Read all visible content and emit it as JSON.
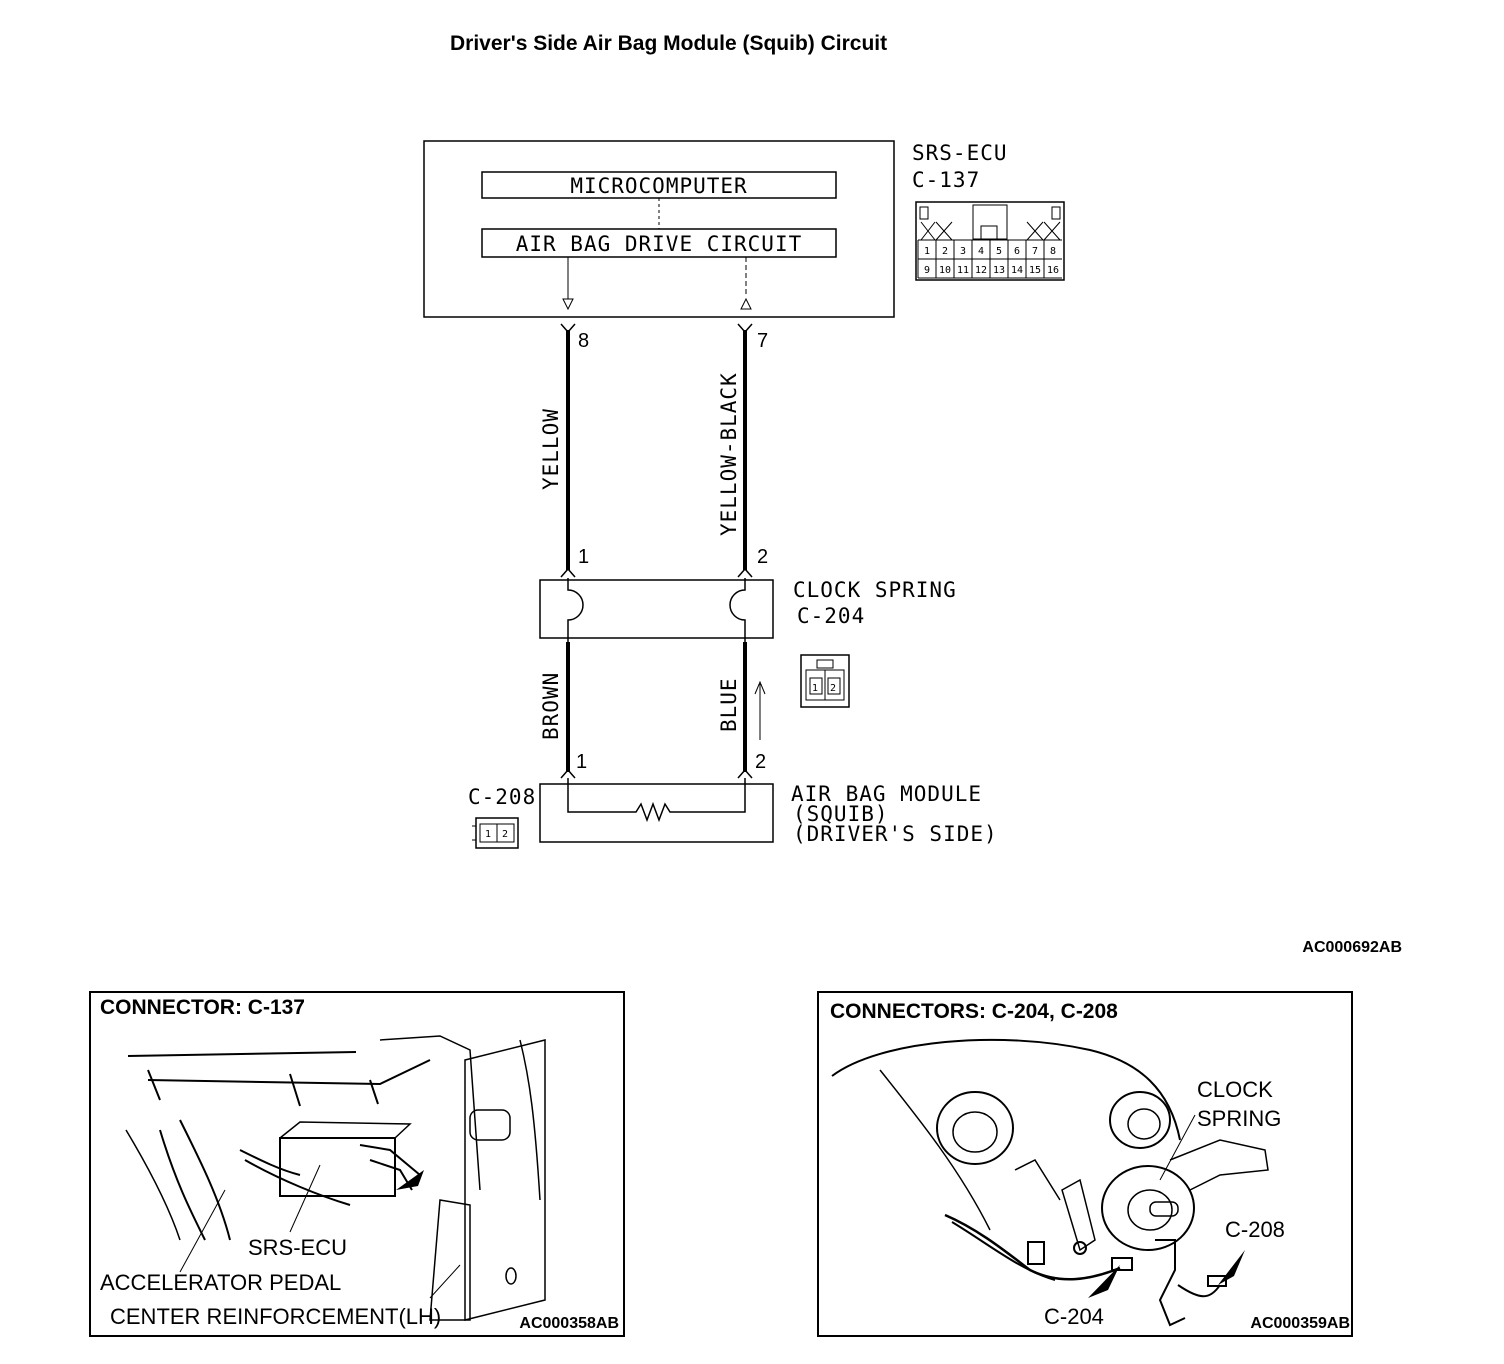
{
  "title": "Driver's Side Air Bag Module (Squib) Circuit",
  "srs_ecu": {
    "label": "SRS-ECU",
    "connector": "C-137",
    "microcomputer": "MICROCOMPUTER",
    "drive_circuit": "AIR BAG DRIVE CIRCUIT",
    "connector_pins_top": [
      "1",
      "2",
      "3",
      "4",
      "5",
      "6",
      "7",
      "8"
    ],
    "connector_pins_bottom": [
      "9",
      "10",
      "11",
      "12",
      "13",
      "14",
      "15",
      "16"
    ]
  },
  "wires": {
    "left_upper": {
      "color": "YELLOW",
      "pin_top": "8",
      "pin_bottom": "1"
    },
    "right_upper": {
      "color": "YELLOW-BLACK",
      "pin_top": "7",
      "pin_bottom": "2"
    },
    "left_lower": {
      "color": "BROWN",
      "pin_bottom": "1"
    },
    "right_lower": {
      "color": "BLUE",
      "pin_bottom": "2"
    }
  },
  "clock_spring": {
    "label": "CLOCK SPRING",
    "connector": "C-204",
    "pins": [
      "1",
      "2"
    ]
  },
  "air_bag_module": {
    "line1": "AIR BAG MODULE",
    "line2": "(SQUIB)",
    "line3": "(DRIVER'S SIDE)",
    "connector": "C-208",
    "pins": [
      "1",
      "2"
    ]
  },
  "diagram_code": "AC000692AB",
  "panel_left": {
    "title": "CONNECTOR: C-137",
    "labels": {
      "srs_ecu": "SRS-ECU",
      "accelerator": "ACCELERATOR PEDAL",
      "reinforcement": "CENTER REINFORCEMENT(LH)"
    },
    "code": "AC000358AB"
  },
  "panel_right": {
    "title": "CONNECTORS: C-204, C-208",
    "labels": {
      "clock_line1": "CLOCK",
      "clock_line2": "SPRING",
      "c208": "C-208",
      "c204": "C-204"
    },
    "code": "AC000359AB"
  }
}
